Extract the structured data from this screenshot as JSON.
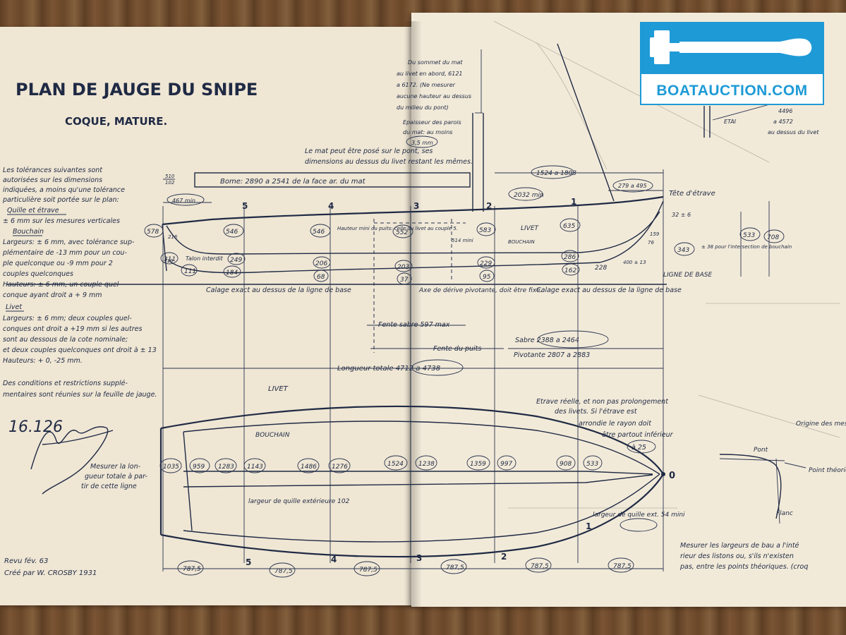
{
  "header": {
    "title": "PLAN DE JAUGE DU SNIPE",
    "subtitle": "COQUE, MATURE."
  },
  "tolerances": {
    "lines": [
      "Les tolérances suivantes sont",
      "autorisées sur les dimensions",
      "indiquées, a moins qu'une tolérance",
      "particulière soit portée sur le plan:",
      "Quille et étrave",
      "± 6 mm sur les mesures verticales",
      "Bouchain",
      "Largeurs: ± 6 mm, avec tolérance sup-",
      "plémentaire de -13 mm pour un cou-",
      "ple quelconque ou -9 mm pour 2",
      "couples quelconques",
      "Hauteurs: ± 6 mm, un couple quel-",
      "conque ayant droit a + 9 mm",
      "Livet",
      "Largeurs: ± 6 mm; deux couples quel-",
      "conques ont droit a +19 mm si les autres",
      "sont au dessous de la cote nominale;",
      "et deux couples quelconques ont droit à ± 13",
      "Hauteurs: + 0, -25 mm."
    ],
    "conditions": [
      "Des conditions et restrictions supplé-",
      "mentaires sont réunies sur la feuille de jauge."
    ]
  },
  "signature": "16.126",
  "footer": {
    "revision": "Revu fév. 63",
    "creator": "Créé par W. CROSBY   1931"
  },
  "profile": {
    "boom": "Bome: 2890 a 2541 de la face ar. du mat",
    "boom_side_dims": [
      "510",
      "102"
    ],
    "dim_467": "467 min",
    "section_numbers": [
      "5",
      "4",
      "3",
      "2",
      "1"
    ],
    "livet_label": "LIVET",
    "bouchain_label": "BOUCHAIN",
    "heights_livet": [
      "578",
      "546",
      "546",
      "552",
      "583",
      "635"
    ],
    "heights_bouchain": [
      "311",
      "249",
      "206",
      "203",
      "229",
      "286"
    ],
    "keel_values": [
      "111",
      "184",
      "68",
      "37",
      "95",
      "162",
      "228"
    ],
    "dims_misc": [
      "216",
      "319",
      "32 ± 6",
      "533",
      "708",
      "159",
      "76",
      "343",
      "400 ± 13"
    ],
    "talon": "Talon interdit",
    "hauteur_mini": "Hauteur mini du puits: celle du livet au couple 5.",
    "mast_dim": "514 mini",
    "tete_etrave": "Tête d'étrave",
    "dim_279": "279 a 495",
    "dim_1524": "1524 a 1803",
    "dim_2032": "2032 min",
    "intersection_note": "± 38 pour l'intersection de bouchain",
    "ligne_base": "LIGNE DE BASE",
    "calage_1": "Calage exact au dessus de la ligne de base",
    "calage_2": "Calage exact au dessus de la ligne de base",
    "axe_derive": "Axe de dérive pivotante, doit être fixe.",
    "fente_sabre": "Fente sabre 597 max",
    "fente_puits": "Fente du puits",
    "sabre": "Sabre 2388 a 2464",
    "pivotante": "Pivotante 2807 a 2883",
    "longueur": "Longueur totale 4712 a 4738"
  },
  "mast": {
    "sommet_lines": [
      "Du sommet du mat",
      "au livet en abord, 6121",
      "a 6172. (Ne mesurer",
      "aucune hauteur au dessus",
      "du milieu du pont)"
    ],
    "epaisseur_lines": [
      "Epaisseur des parois",
      "du mat: au moins",
      "3,5 mm"
    ],
    "note_lines": [
      "Le mat peut être posé sur le pont, ses",
      "dimensions au dessus du livet restant les mêmes."
    ],
    "etai": "ETAI",
    "dim_4496": "4496",
    "dim_4572": "a 4572",
    "au_dessus": "au dessus du livet"
  },
  "plan": {
    "livet_label": "LIVET",
    "bouchain_label": "BOUCHAIN",
    "widths": [
      "1035",
      "959",
      "1283",
      "1143",
      "1486",
      "1276",
      "1524",
      "1238",
      "1359",
      "997",
      "908",
      "533"
    ],
    "mesurer_lines": [
      "Mesurer la lon-",
      "gueur totale à par-",
      "tir de cette ligne"
    ],
    "quille_ext": "largeur de quille extérieure 102",
    "quille_int": "largeur de quille ext. 54 mini",
    "etrave_lines": [
      "Etrave réelle, et non pas prolongement",
      "des livets. Si l'étrave est",
      "arrondie le rayon doit",
      "être partout inférieur",
      "à 25"
    ],
    "station_spacing": [
      "787,5",
      "787,5",
      "787,5",
      "787,5",
      "787,5",
      "787,5"
    ],
    "section_numbers": [
      "5",
      "4",
      "3",
      "2",
      "1"
    ],
    "origin_label": "0"
  },
  "inset": {
    "origine": "Origine des mesures",
    "pont": "Pont",
    "point": "Point théorique",
    "flanc": "Flanc"
  },
  "right_note_lines": [
    "Mesurer les largeurs de bau a l'inté",
    "rieur des listons ou, s'ils n'existen",
    "pas, entre les points théoriques. (croq"
  ],
  "watermark": {
    "brand": "BOATAUCTION.COM",
    "brand_color": "#1e9ad6",
    "icon": "gavel-icon"
  }
}
